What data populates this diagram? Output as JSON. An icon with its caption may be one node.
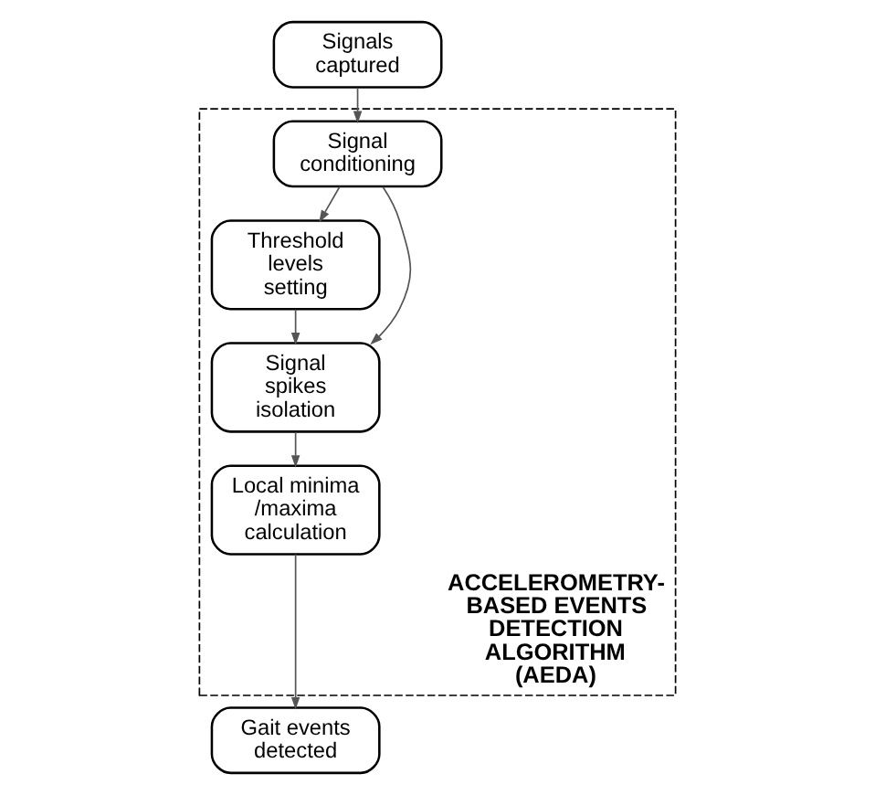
{
  "diagram": {
    "nodes": [
      {
        "text": [
          "Signals captured"
        ]
      },
      {
        "text": [
          "ACCELEROMETRY-BASED EVENTS DETECTION ALGORITHM (AEDA)"
        ]
      },
      {
        "text": [
          "Signal conditioning"
        ],
        "in": 1
      },
      {
        "text": [
          "Threshold levels setting"
        ],
        "in": 1
      },
      {
        "text": [
          "Signal spikes isolation"
        ],
        "in": 1
      },
      {
        "text": [
          "Local minima/maxima calculation"
        ],
        "in": 1
      },
      {
        "text": [
          "Gait events detected"
        ]
      }
    ],
    "edges": [
      {
        "from": 0,
        "to": 2,
        "arrow": "to"
      },
      {
        "from": 2,
        "to": 3,
        "arrow": "to"
      },
      {
        "from": 2,
        "to": 4,
        "arrow": "to"
      },
      {
        "from": 3,
        "to": 4,
        "arrow": "to"
      },
      {
        "from": 4,
        "to": 5,
        "arrow": "to"
      },
      {
        "from": 5,
        "to": 6,
        "arrow": "to"
      }
    ]
  }
}
